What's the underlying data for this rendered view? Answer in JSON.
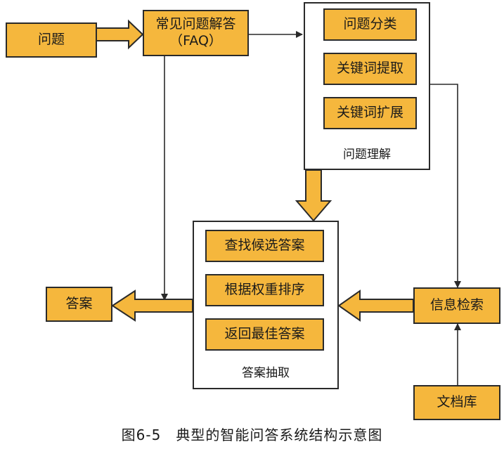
{
  "nodes": {
    "question": "问题",
    "faq_line1": "常见问题解答",
    "faq_line2": "（FAQ）",
    "classify": "问题分类",
    "keyword_extract": "关键词提取",
    "keyword_expand": "关键词扩展",
    "understanding_label": "问题理解",
    "find_candidates": "查找候选答案",
    "rerank": "根据权重排序",
    "best_answer": "返回最佳答案",
    "extraction_label": "答案抽取",
    "answer": "答案",
    "retrieval": "信息检索",
    "doc_store": "文档库"
  },
  "caption": "图6-5　典型的智能问答系统结构示意图",
  "colors": {
    "box_fill": "#f5b73d",
    "border": "#2a2a2a",
    "arrow_fill": "#f5b73d"
  }
}
